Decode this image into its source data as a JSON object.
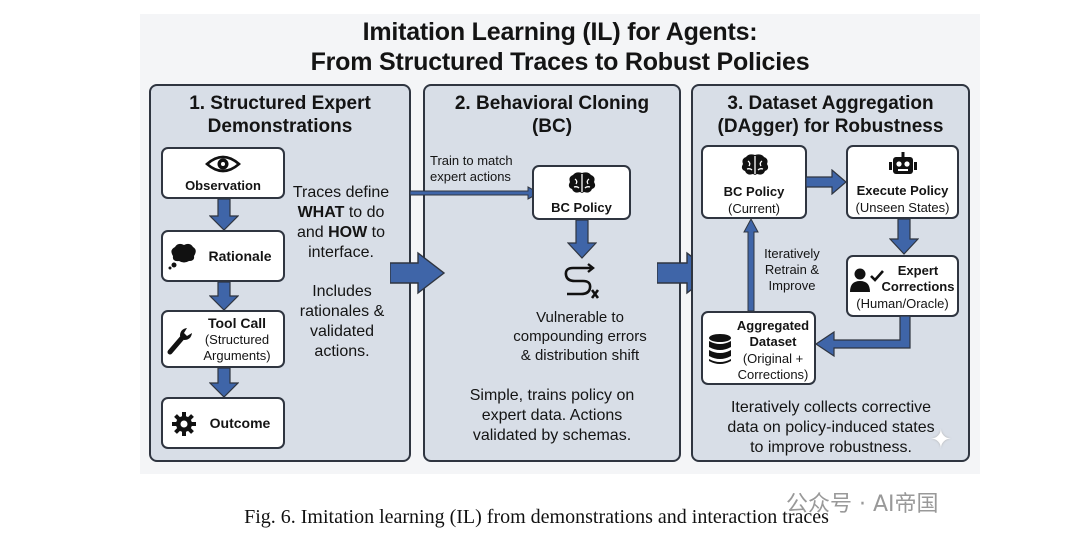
{
  "title": {
    "line1": "Imitation Learning (IL) for Agents:",
    "line2": "From Structured Traces to Robust Policies"
  },
  "panel1": {
    "title_line1": "1. Structured Expert",
    "title_line2": "Demonstrations",
    "observation": "Observation",
    "rationale": "Rationale",
    "toolcall_title": "Tool Call",
    "toolcall_sub1": "(Structured",
    "toolcall_sub2": "Arguments)",
    "outcome": "Outcome",
    "traces": {
      "l1": "Traces define",
      "l2a": "WHAT",
      "l2b": " to do",
      "l3a": "and ",
      "l3b": "HOW",
      "l3c": " to",
      "l4": "interface."
    },
    "includes": [
      "Includes",
      "rationales &",
      "validated",
      "actions."
    ]
  },
  "panel2": {
    "title_line1": "2. Behavioral Cloning",
    "title_line2": "(BC)",
    "train_line1": "Train to match",
    "train_line2": "expert actions",
    "bc_policy": "BC Policy",
    "vulnerable": [
      "Vulnerable to",
      "compounding errors",
      "& distribution shift"
    ],
    "summary": [
      "Simple, trains policy on",
      "expert data. Actions",
      "validated by schemas."
    ]
  },
  "panel3": {
    "title_line1": "3. Dataset Aggregation",
    "title_line2": "(DAgger) for Robustness",
    "bc_policy_title": "BC Policy",
    "bc_policy_sub": "(Current)",
    "execute_title": "Execute Policy",
    "execute_sub": "(Unseen States)",
    "expert_line1": "Expert",
    "expert_line2": "Corrections",
    "expert_sub": "(Human/Oracle)",
    "agg_line1": "Aggregated",
    "agg_line2": "Dataset",
    "agg_sub1": "(Original +",
    "agg_sub2": "Corrections)",
    "retrain": [
      "Iteratively",
      "Retrain &",
      "Improve"
    ],
    "summary": [
      "Iteratively collects corrective",
      "data on policy-induced states",
      "to improve robustness."
    ]
  },
  "caption": "Fig. 6.  Imitation learning (IL) from demonstrations and interaction traces",
  "watermark": "公众号 · AI帝国",
  "colors": {
    "panel_fill": "#d8dee7",
    "arrow_fill": "#3f65a8",
    "border": "#2f3540"
  }
}
